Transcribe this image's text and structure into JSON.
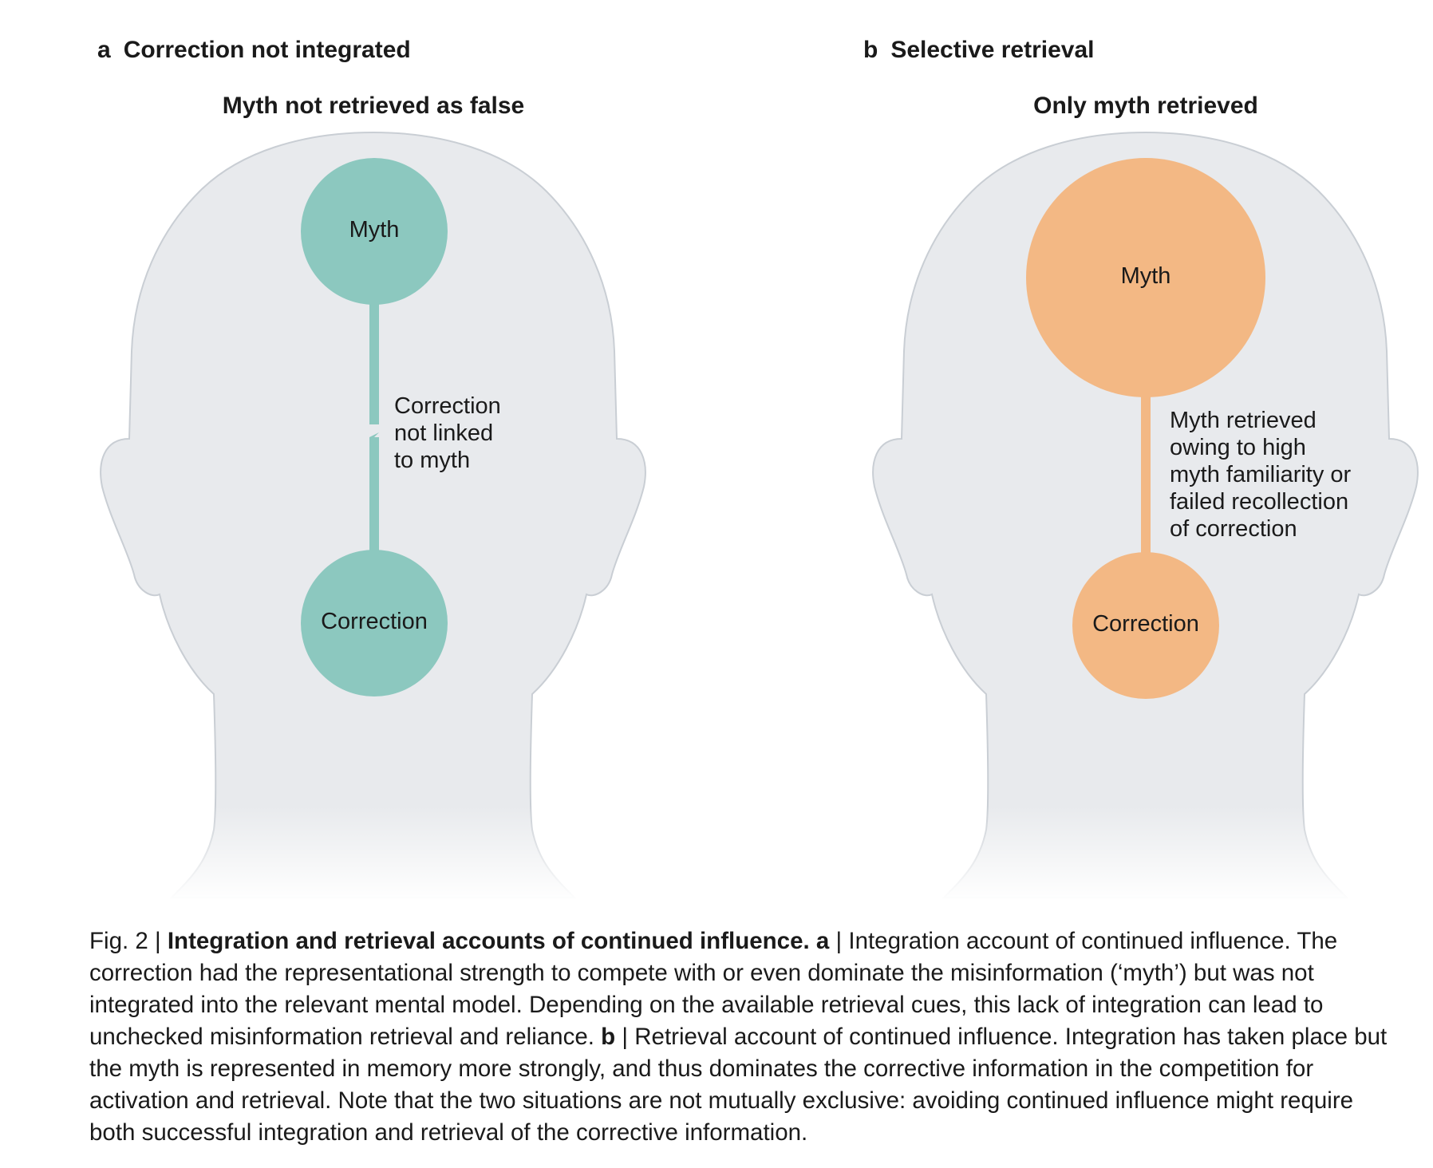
{
  "panels": [
    {
      "letter": "a",
      "title": "Correction not integrated",
      "subtitle": "Myth not retrieved as false",
      "nodes": {
        "myth": "Myth",
        "correction": "Correction"
      },
      "edge_label": [
        "Correction",
        "not linked",
        "to myth"
      ],
      "color": "#8cc8bf"
    },
    {
      "letter": "b",
      "title": "Selective retrieval",
      "subtitle": "Only myth retrieved",
      "nodes": {
        "myth": "Myth",
        "correction": "Correction"
      },
      "edge_label": [
        "Myth retrieved",
        "owing to high",
        "myth familiarity or",
        "failed recollection",
        "of correction"
      ],
      "color": "#f3b884"
    }
  ],
  "head_color": "#e8eaed",
  "caption": {
    "fig": "Fig. 2",
    "sep": "|",
    "title": "Integration and retrieval accounts of continued influence.",
    "a_label": "a",
    "a_text": "Integration account of continued influence. The correction had the representational strength to compete with or even dominate the misinformation (‘myth’) but was not integrated into the relevant mental model. Depending on the available retrieval cues, this lack of integration can lead to unchecked misinformation retrieval and reliance.",
    "b_label": "b",
    "b_text": "Retrieval account of continued influence. Integration has taken place but the myth is represented in memory more strongly, and thus dominates the corrective information in the competition for activation and retrieval. Note that the two situations are not mutually exclusive: avoiding continued influence might require both successful integration and retrieval of the corrective information."
  }
}
